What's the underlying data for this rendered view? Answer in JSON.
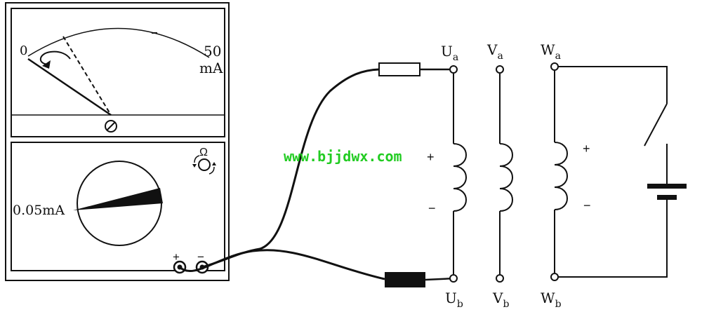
{
  "meter": {
    "scale_min": "0",
    "scale_max": "50",
    "scale_unit": "mA",
    "range_label": "0.05mA",
    "ohm_symbol": "Ω",
    "plus": "+",
    "minus": "−"
  },
  "terminals": {
    "ua_main": "U",
    "ua_sub": "a",
    "va_main": "V",
    "va_sub": "a",
    "wa_main": "W",
    "wa_sub": "a",
    "ub_main": "U",
    "ub_sub": "b",
    "vb_main": "V",
    "vb_sub": "b",
    "wb_main": "W",
    "wb_sub": "b"
  },
  "polarity": {
    "u_plus": "+",
    "u_minus": "−",
    "w_plus": "+",
    "w_minus": "−"
  },
  "watermark": {
    "text": "www.bjjdwx.com",
    "color": "#22cc22"
  }
}
